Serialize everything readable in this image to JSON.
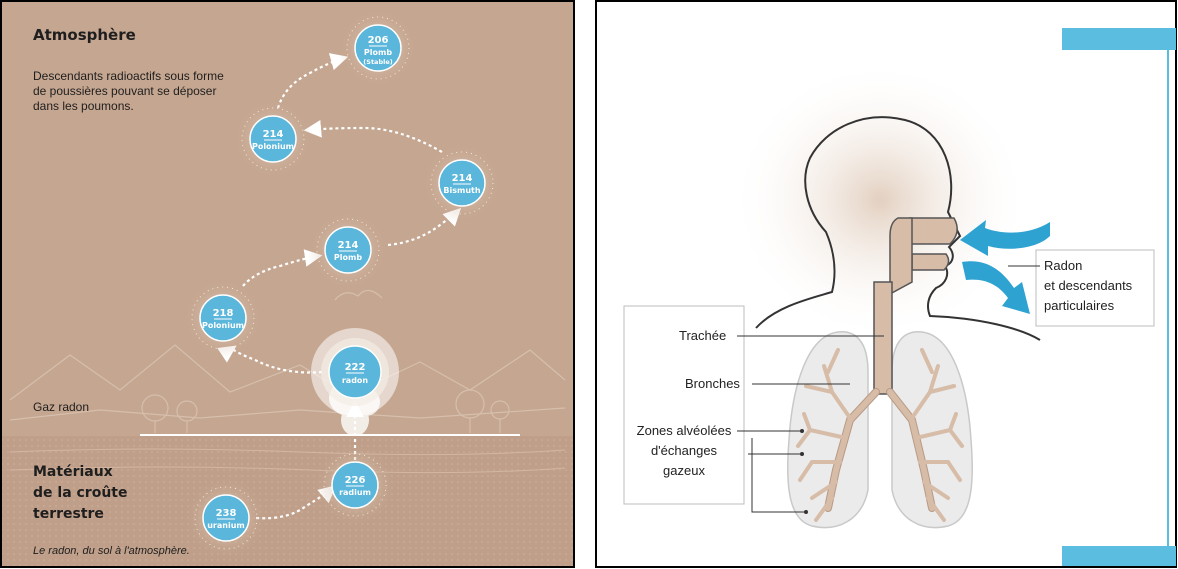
{
  "left_panel": {
    "atmosphere_title": "Atmosphère",
    "description_lines": [
      "Descendants radioactifs sous forme",
      "de poussières pouvant se déposer",
      "dans les poumons."
    ],
    "gas_label": "Gaz radon",
    "materials_lines": [
      "Matériaux",
      "de la croûte",
      "terrestre"
    ],
    "caption": "Le radon, du sol à l'atmosphère.",
    "colors": {
      "background": "#c5a690",
      "node": "#5ab6da",
      "ground": "#bf9f89"
    },
    "nodes": [
      {
        "number": "238",
        "name": "uranium",
        "sub": ""
      },
      {
        "number": "226",
        "name": "radium",
        "sub": ""
      },
      {
        "number": "222",
        "name": "radon",
        "sub": ""
      },
      {
        "number": "218",
        "name": "Polonium",
        "sub": ""
      },
      {
        "number": "214",
        "name": "Plomb",
        "sub": ""
      },
      {
        "number": "214",
        "name": "Bismuth",
        "sub": ""
      },
      {
        "number": "214",
        "name": "Polonium",
        "sub": ""
      },
      {
        "number": "206",
        "name": "Plomb",
        "sub": "(Stable)"
      }
    ]
  },
  "right_panel": {
    "labels": {
      "trachea": "Trachée",
      "bronchi": "Bronches",
      "alveoli_lines": [
        "Zones alvéolées",
        "d'échanges",
        "gazeux"
      ],
      "radon_lines": [
        "Radon",
        "et descendants",
        "particulaires"
      ]
    },
    "colors": {
      "airway": "#d7bca8",
      "lung": "#e9e9e9",
      "arrow": "#2ea3d2",
      "accent_bar": "#5bbde0"
    }
  }
}
